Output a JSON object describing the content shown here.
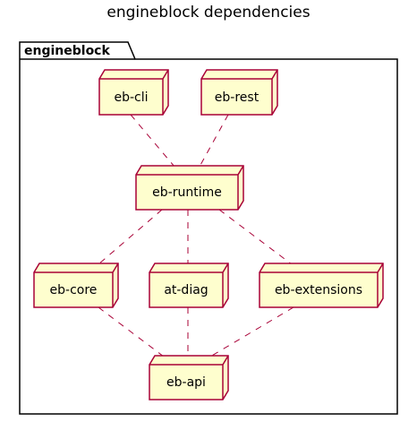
{
  "diagram": {
    "title": "engineblock dependencies",
    "package_label": "engineblock",
    "nodes": {
      "eb_cli": "eb-cli",
      "eb_rest": "eb-rest",
      "eb_runtime": "eb-runtime",
      "eb_core": "eb-core",
      "at_diag": "at-diag",
      "eb_extensions": "eb-extensions",
      "eb_api": "eb-api"
    },
    "edges": [
      [
        "eb-cli",
        "eb-runtime"
      ],
      [
        "eb-rest",
        "eb-runtime"
      ],
      [
        "eb-runtime",
        "eb-core"
      ],
      [
        "eb-runtime",
        "at-diag"
      ],
      [
        "eb-runtime",
        "eb-extensions"
      ],
      [
        "eb-core",
        "eb-api"
      ],
      [
        "at-diag",
        "eb-api"
      ],
      [
        "eb-extensions",
        "eb-api"
      ]
    ]
  },
  "colors": {
    "node_fill": "#FEFECE",
    "node_stroke": "#A80036",
    "edge_stroke": "#A80036",
    "package_stroke": "#000000"
  }
}
